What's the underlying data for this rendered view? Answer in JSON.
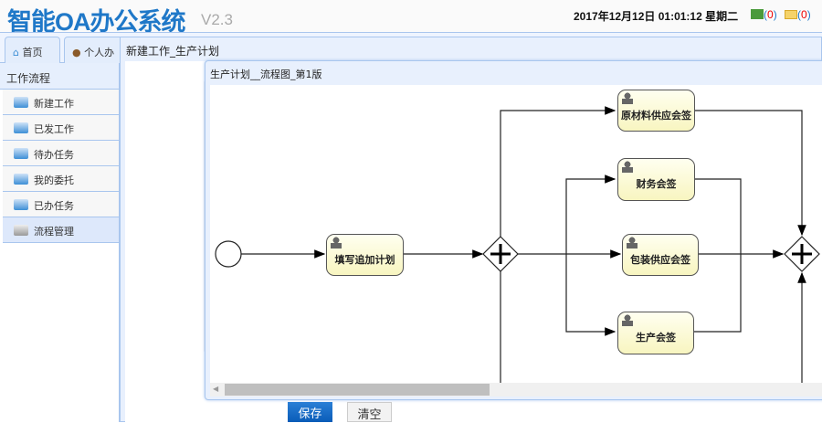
{
  "header": {
    "logo": "智能OA办公系统",
    "version": "V2.3",
    "datetime": "2017年12月12日 01:01:12 星期二",
    "org_count": "0",
    "mail_count": "0"
  },
  "tabs": [
    {
      "label": "首页",
      "icon": "home-icon"
    },
    {
      "label": "个人办",
      "icon": "user-icon"
    }
  ],
  "sidebar": {
    "title": "工作流程",
    "items": [
      {
        "label": "新建工作"
      },
      {
        "label": "已发工作"
      },
      {
        "label": "待办任务"
      },
      {
        "label": "我的委托"
      },
      {
        "label": "已办任务"
      },
      {
        "label": "流程管理",
        "active": true
      }
    ]
  },
  "window": {
    "title": "新建工作_生产计划"
  },
  "diagram_window": {
    "title": "生产计划__流程图_第1版"
  },
  "diagram": {
    "tasks": [
      "填写追加计划",
      "原材料供应会签",
      "财务会签",
      "包装供应会签",
      "生产会签"
    ]
  },
  "buttons": {
    "save": "保存",
    "clear": "清空"
  },
  "colors": {
    "brand": "#1f78c8",
    "task_fill": "#fcf9cc",
    "save_button": "#0a5cb8"
  }
}
